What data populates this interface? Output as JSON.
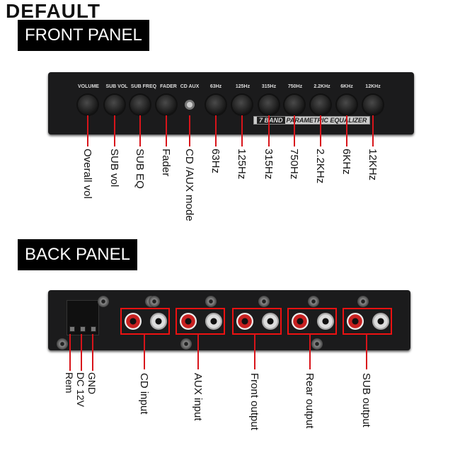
{
  "watermark": "DEFAULT",
  "front": {
    "title": "FRONT PANEL",
    "panel_labels": [
      "VOLUME",
      "SUB VOL",
      "SUB FREQ",
      "FADER",
      "CD AUX",
      "63Hz",
      "125Hz",
      "315Hz",
      "750Hz",
      "2.2KHz",
      "6KHz",
      "12KHz"
    ],
    "eq_badge_a": "7 BAND",
    "eq_badge_b": "PARAMETRIC EQUALIZER",
    "callouts": [
      "Overall vol",
      "SUB vol",
      "SUB EQ",
      "Fader",
      "CD /AUX mode",
      "63Hz",
      "125Hz",
      "315Hz",
      "750Hz",
      "2.2KHz",
      "6KHz",
      "12KHz"
    ]
  },
  "back": {
    "title": "BACK PANEL",
    "power_callouts": [
      "Rem",
      "DC 12V",
      "GND"
    ],
    "rca_callouts": [
      "CD input",
      "AUX input",
      "Front output",
      "Rear output",
      "SUB output"
    ]
  },
  "colors": {
    "callout_line": "#d8141a",
    "panel": "#1b1b1c"
  }
}
